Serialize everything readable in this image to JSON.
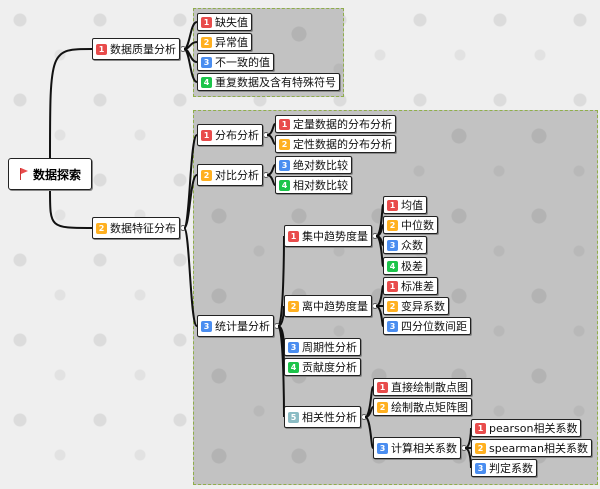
{
  "root": {
    "label": "数据探索",
    "icon": "flag-icon"
  },
  "quality": {
    "label": "数据质量分析",
    "marker": "1",
    "children": [
      {
        "label": "缺失值",
        "marker": "1"
      },
      {
        "label": "异常值",
        "marker": "2"
      },
      {
        "label": "不一致的值",
        "marker": "3"
      },
      {
        "label": "重复数据及含有特殊符号",
        "marker": "4"
      }
    ]
  },
  "features": {
    "label": "数据特征分布",
    "marker": "2",
    "distribution": {
      "label": "分布分析",
      "marker": "1",
      "children": [
        {
          "label": "定量数据的分布分析",
          "marker": "1"
        },
        {
          "label": "定性数据的分布分析",
          "marker": "2"
        }
      ]
    },
    "comparison": {
      "label": "对比分析",
      "marker": "2",
      "children": [
        {
          "label": "绝对数比较",
          "marker": "3"
        },
        {
          "label": "相对数比较",
          "marker": "4"
        }
      ]
    },
    "statistics": {
      "label": "统计量分析",
      "marker": "3",
      "central": {
        "label": "集中趋势度量",
        "marker": "1",
        "children": [
          {
            "label": "均值",
            "marker": "1"
          },
          {
            "label": "中位数",
            "marker": "2"
          },
          {
            "label": "众数",
            "marker": "3"
          },
          {
            "label": "极差",
            "marker": "4"
          }
        ]
      },
      "dispersion": {
        "label": "离中趋势度量",
        "marker": "2",
        "children": [
          {
            "label": "标准差",
            "marker": "1"
          },
          {
            "label": "变异系数",
            "marker": "2"
          },
          {
            "label": "四分位数间距",
            "marker": "3"
          }
        ]
      },
      "periodic": {
        "label": "周期性分析",
        "marker": "3"
      },
      "contribution": {
        "label": "贡献度分析",
        "marker": "4"
      },
      "correlation": {
        "label": "相关性分析",
        "marker": "5",
        "children": [
          {
            "label": "直接绘制散点图",
            "marker": "1"
          },
          {
            "label": "绘制散点矩阵图",
            "marker": "2"
          }
        ],
        "coefficient": {
          "label": "计算相关系数",
          "marker": "3",
          "children": [
            {
              "label": "pearson相关系数",
              "marker": "1"
            },
            {
              "label": "spearman相关系数",
              "marker": "2"
            },
            {
              "label": "判定系数",
              "marker": "3"
            }
          ]
        }
      }
    }
  },
  "colors": {
    "marker1": "#e84c4c",
    "marker2": "#ffb020",
    "marker3": "#4a8df0",
    "marker4": "#1cc44a",
    "marker5": "#8bbcc4"
  }
}
